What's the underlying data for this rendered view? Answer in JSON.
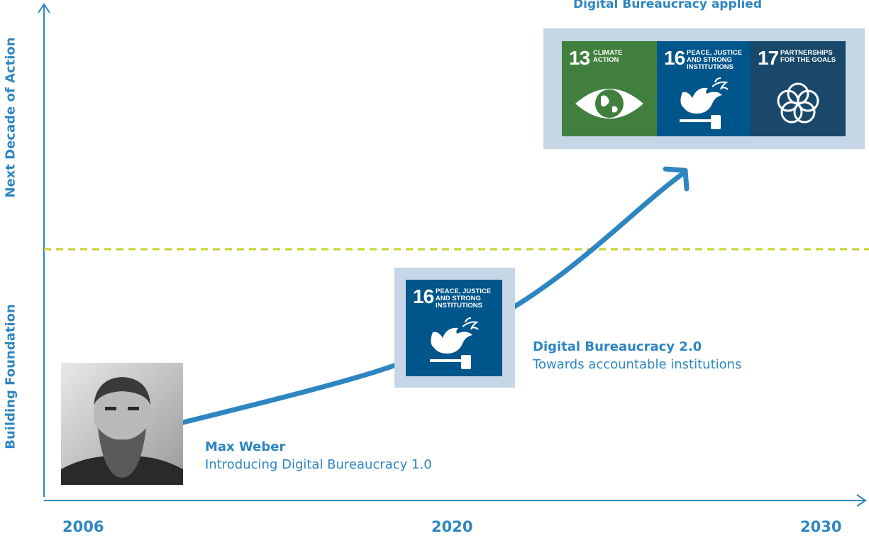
{
  "axes": {
    "y_upper_label": "Next Decade of Action",
    "y_lower_label": "Building Foundation",
    "x_ticks": [
      "2006",
      "2020",
      "2030"
    ]
  },
  "colors": {
    "primary_blue": "#2e86c1",
    "divider_green": "#c6d42c",
    "frame_bg": "#c6d6e6",
    "sdg13_green": "#407f3e",
    "sdg16_blue": "#00558a",
    "sdg17_navy": "#19486a"
  },
  "top_callout": {
    "title": "Digital Bureaucracy applied"
  },
  "middle_callout": {
    "title": "Digital Bureaucracy 2.0",
    "subtitle": "Towards accountable institutions"
  },
  "bottom_callout": {
    "title": "Max Weber",
    "subtitle": "Introducing Digital Bureaucracy 1.0"
  },
  "sdg_tiles_top": [
    {
      "number": "13",
      "text": "CLIMATE\nACTION",
      "icon": "eye-globe-icon"
    },
    {
      "number": "16",
      "text": "PEACE, JUSTICE\nAND STRONG\nINSTITUTIONS",
      "icon": "dove-gavel-icon"
    },
    {
      "number": "17",
      "text": "PARTNERSHIPS\nFOR THE GOALS",
      "icon": "interlocking-rings-icon"
    }
  ],
  "sdg_tile_middle": {
    "number": "16",
    "text": "PEACE, JUSTICE\nAND STRONG\nINSTITUTIONS",
    "icon": "dove-gavel-icon"
  },
  "portrait": {
    "icon": "portrait-photo-icon"
  }
}
